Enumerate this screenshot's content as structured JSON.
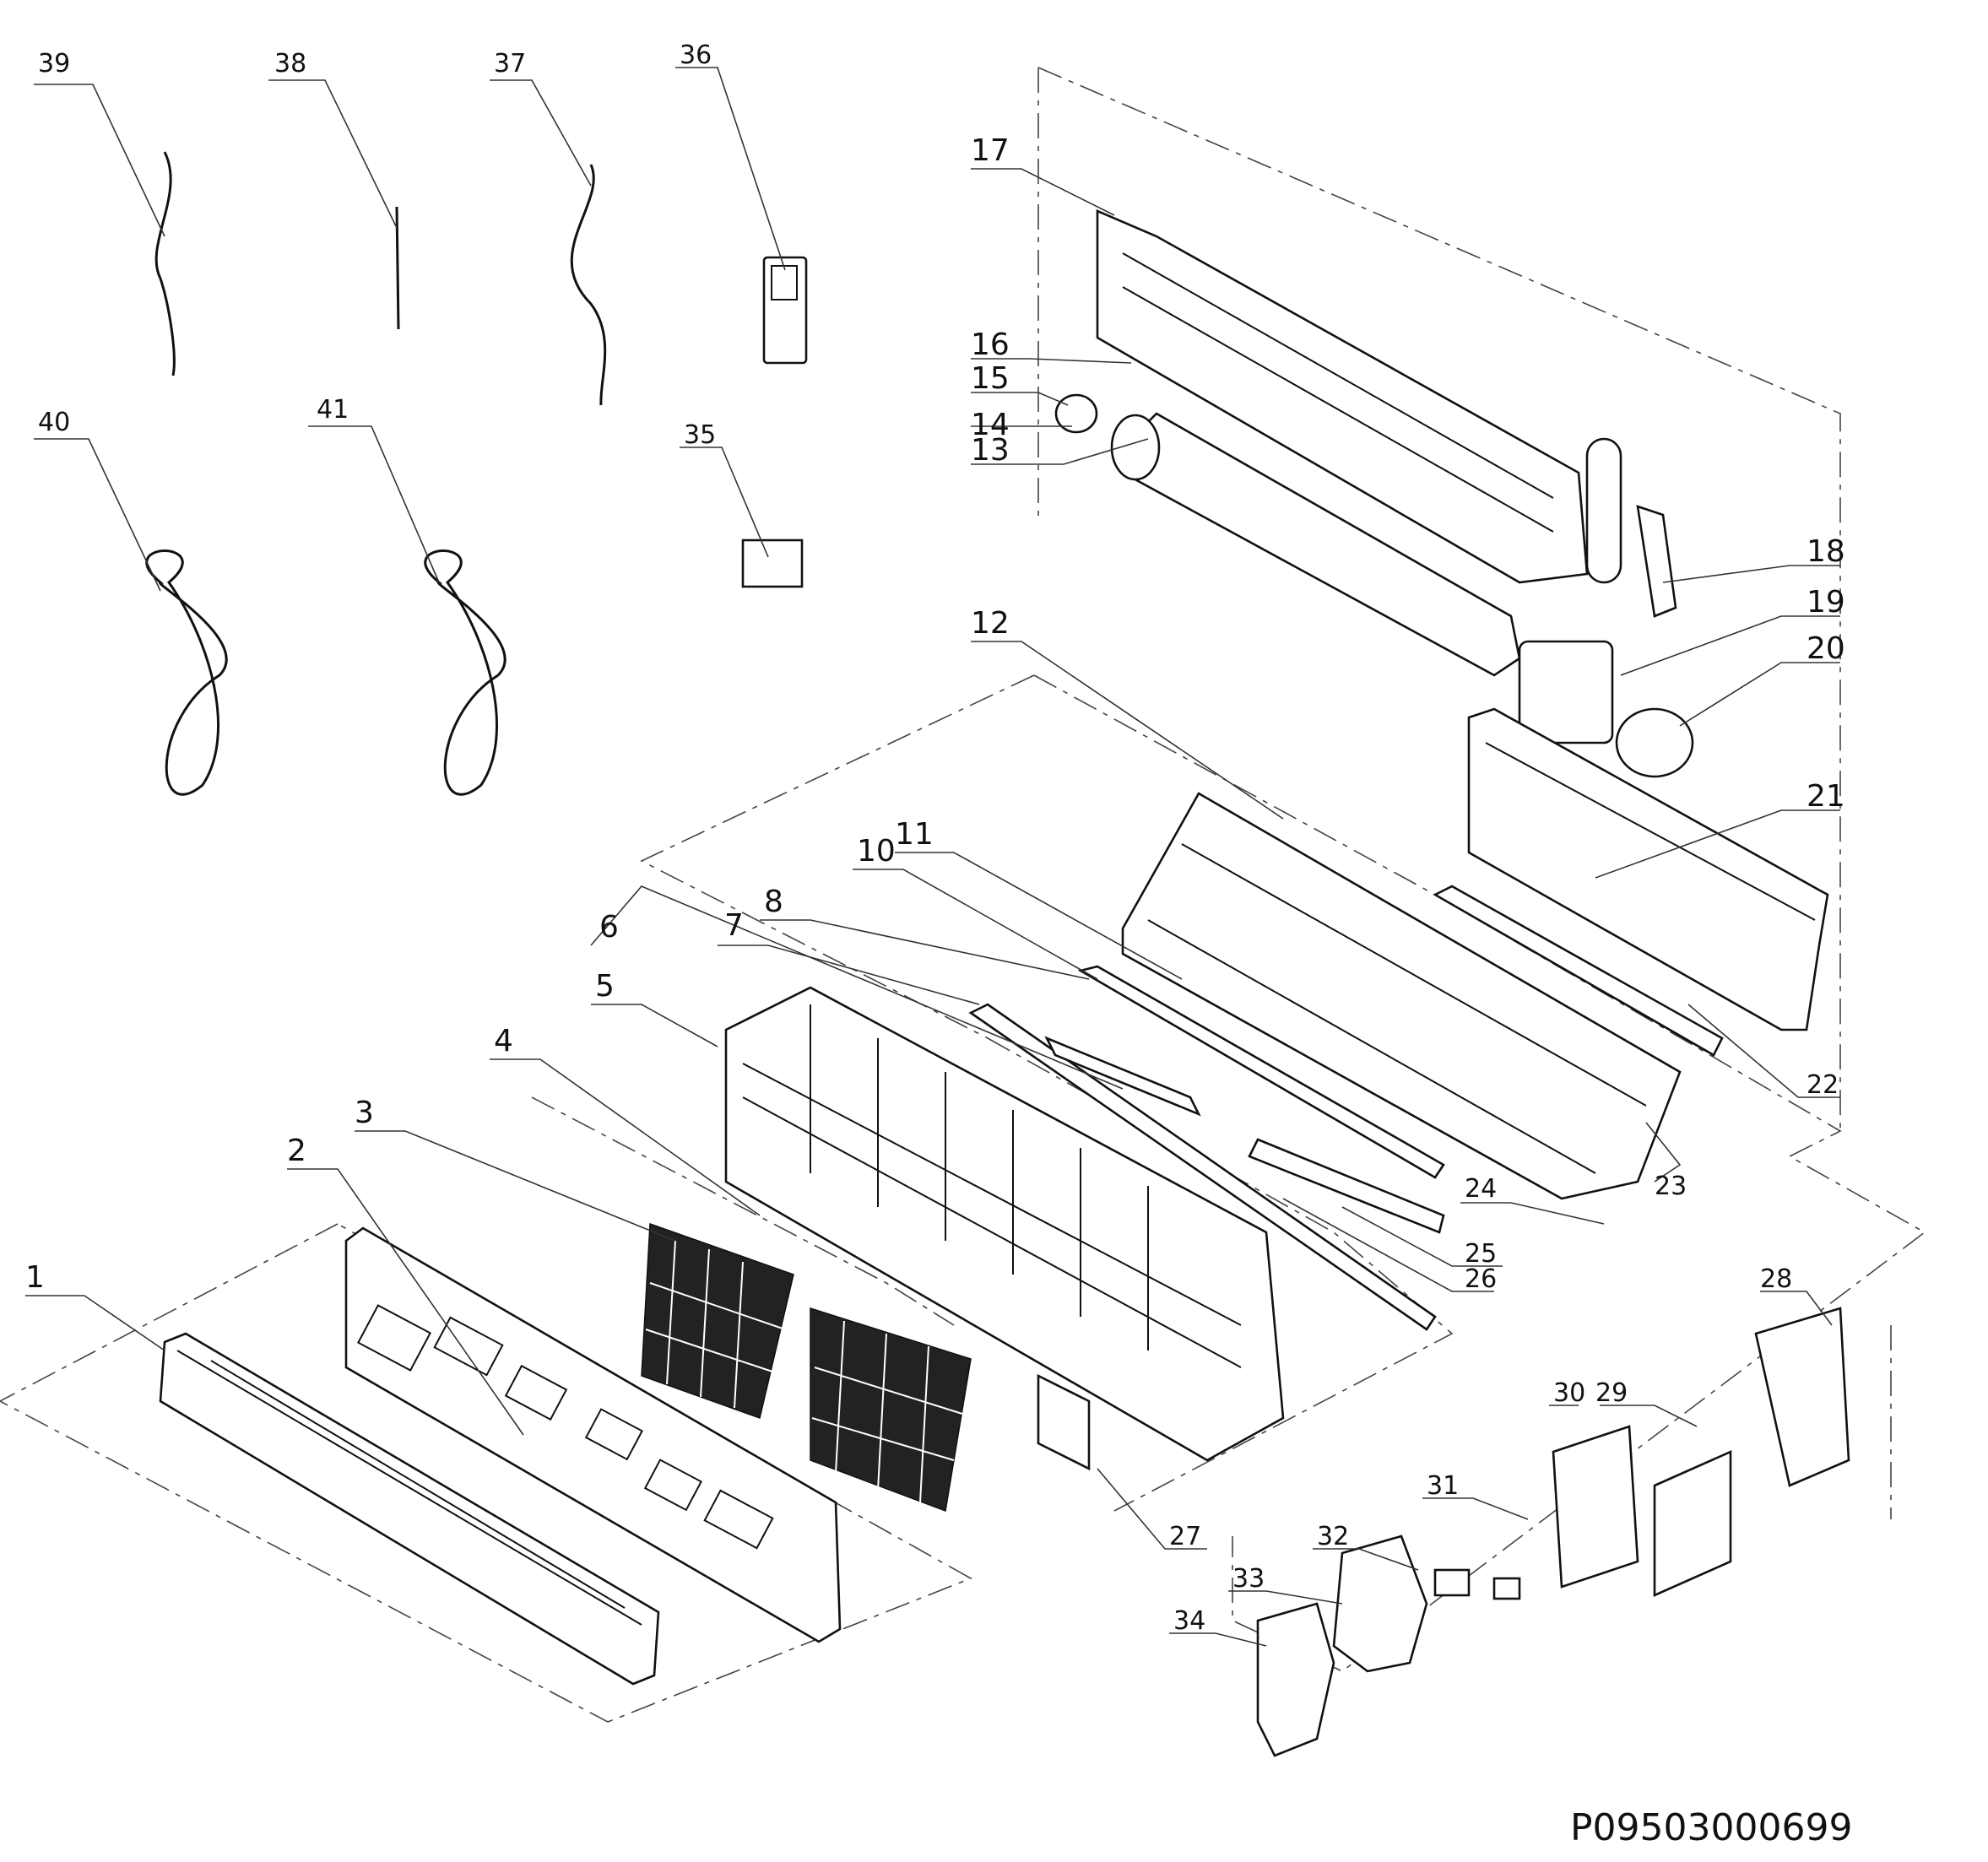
{
  "document_id": "P09503000699",
  "part_numbers": [
    "1",
    "2",
    "3",
    "4",
    "5",
    "6",
    "7",
    "8",
    "10",
    "11",
    "12",
    "13",
    "14",
    "15",
    "16",
    "17",
    "18",
    "19",
    "20",
    "21",
    "22",
    "23",
    "24",
    "25",
    "26",
    "27",
    "28",
    "29",
    "30",
    "31",
    "32",
    "33",
    "34",
    "35",
    "36",
    "37",
    "38",
    "39",
    "40",
    "41"
  ]
}
